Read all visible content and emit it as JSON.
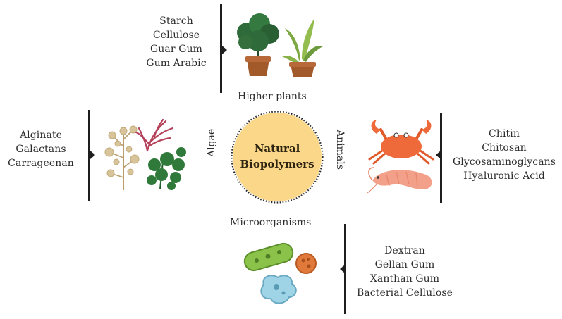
{
  "center": {
    "line1": "Natural",
    "line2": "Biopolymers"
  },
  "categories": {
    "higher_plants": {
      "label": "Higher plants",
      "items": [
        "Starch",
        "Cellulose",
        "Guar Gum",
        "Gum Arabic"
      ]
    },
    "algae": {
      "label": "Algae",
      "items": [
        "Alginate",
        "Galactans",
        "Carrageenan"
      ]
    },
    "animals": {
      "label": "Animals",
      "items": [
        "Chitin",
        "Chitosan",
        "Glycosaminoglycans",
        "Hyaluronic Acid"
      ]
    },
    "microorganisms": {
      "label": "Microorganisms",
      "items": [
        "Dextran",
        "Gellan Gum",
        "Xanthan Gum",
        "Bacterial Cellulose"
      ]
    }
  },
  "colors": {
    "center_fill": "#fbd889",
    "center_dots": "#2a2a2a",
    "bar": "#1e1e1e",
    "plant_leaf": "#2f6b3a",
    "pot": "#a35a2b",
    "crab": "#ef6a3a",
    "shrimp": "#f2a089",
    "algae_red": "#b5405a",
    "algae_green": "#2f7a3a",
    "algae_beige": "#d8c49a",
    "bacteria_green": "#8bc34a",
    "bacteria_orange": "#e0793a",
    "bacteria_blue": "#9fd3e6"
  }
}
